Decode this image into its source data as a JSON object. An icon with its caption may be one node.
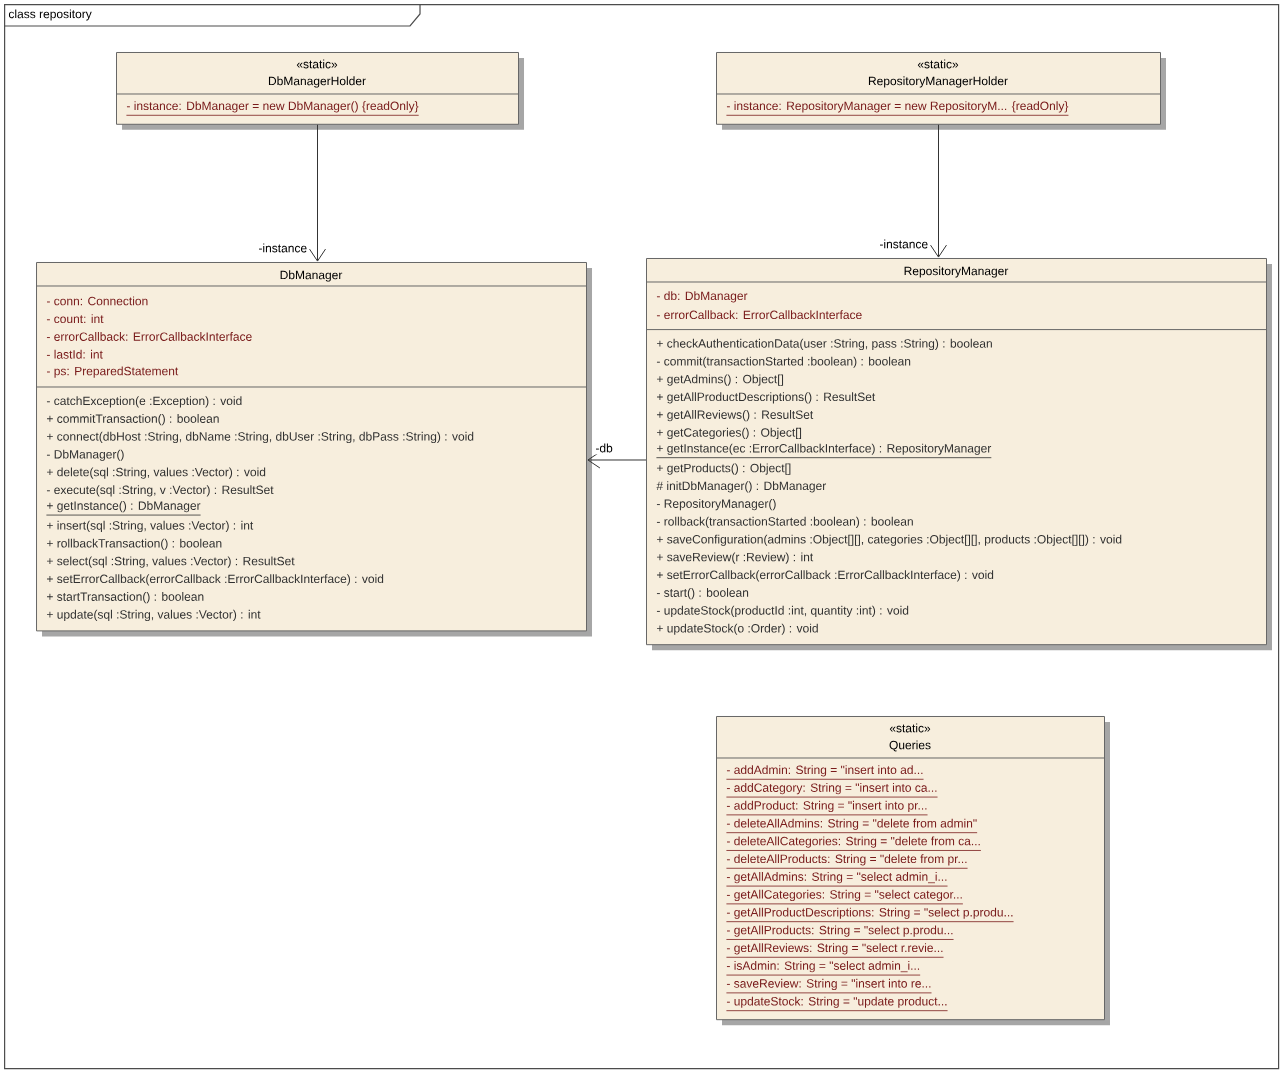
{
  "diagram": {
    "nodes": [
      {
        "text": [
          "class repository"
        ]
      },
      {
        "text": [
          "«static»",
          "DbManagerHolder",
          "- instance: DbManager = new DbManager() {readOnly}"
        ],
        "in": 0
      },
      {
        "text": [
          "«static»",
          "RepositoryManagerHolder",
          "- instance: RepositoryManager = new RepositoryM... {readOnly}"
        ],
        "in": 0
      },
      {
        "text": [
          "DbManager",
          "- conn: Connection",
          "- count: int",
          "- errorCallback: ErrorCallbackInterface",
          "- lastId: int",
          "- ps: PreparedStatement",
          "- catchException(e :Exception) : void",
          "+ commitTransaction() : boolean",
          "+ connect(dbHost :String, dbName :String, dbUser :String, dbPass :String) : void",
          "- DbManager()",
          "+ delete(sql :String, values :Vector) : void",
          "- execute(sql :String, v :Vector) : ResultSet",
          "+ getInstance() : DbManager",
          "+ insert(sql :String, values :Vector) : int",
          "+ rollbackTransaction() : boolean",
          "+ select(sql :String, values :Vector) : ResultSet",
          "+ setErrorCallback(errorCallback :ErrorCallbackInterface) : void",
          "+ startTransaction() : boolean",
          "+ update(sql :String, values :Vector) : int"
        ],
        "in": 0
      },
      {
        "text": [
          "RepositoryManager",
          "- db: DbManager",
          "- errorCallback: ErrorCallbackInterface",
          "+ checkAuthenticationData(user :String, pass :String) : boolean",
          "- commit(transactionStarted :boolean) : boolean",
          "+ getAdmins() : Object[]",
          "+ getAllProductDescriptions() : ResultSet",
          "+ getAllReviews() : ResultSet",
          "+ getCategories() : Object[]",
          "+ getInstance(ec :ErrorCallbackInterface) : RepositoryManager",
          "+ getProducts() : Object[]",
          "# initDbManager() : DbManager",
          "- RepositoryManager()",
          "- rollback(transactionStarted :boolean) : boolean",
          "+ saveConfiguration(admins :Object[][], categories :Object[][], products :Object[][]) : void",
          "+ saveReview(r :Review) : int",
          "+ setErrorCallback(errorCallback :ErrorCallbackInterface) : void",
          "- start() : boolean",
          "- updateStock(productId :int, quantity :int) : void",
          "+ updateStock(o :Order) : void"
        ],
        "in": 0
      },
      {
        "text": [
          "«static»",
          "Queries",
          "- addAdmin: String = \"insert into ad...",
          "- addCategory: String = \"insert into ca...",
          "- addProduct: String = \"insert into pr...",
          "- deleteAllAdmins: String = \"delete from admin\"",
          "- deleteAllCategories: String = \"delete from ca...",
          "- deleteAllProducts: String = \"delete from pr...",
          "- getAllAdmins: String = \"select admin_i...",
          "- getAllCategories: String = \"select categor...",
          "- getAllProductDescriptions: String = \"select p.produ...",
          "- getAllProducts: String = \"select p.produ...",
          "- getAllReviews: String = \"select r.revie...",
          "- isAdmin: String = \"select admin_i...",
          "- saveReview: String = \"insert into re...",
          "- updateStock: String = \"update product..."
        ],
        "in": 0
      }
    ],
    "edges": [
      {
        "from": 1,
        "to": 3,
        "arrow": "to",
        "label": "-instance"
      },
      {
        "from": 2,
        "to": 4,
        "arrow": "to",
        "label": "-instance"
      },
      {
        "from": 4,
        "to": 3,
        "arrow": "to",
        "label": "-db"
      }
    ]
  }
}
